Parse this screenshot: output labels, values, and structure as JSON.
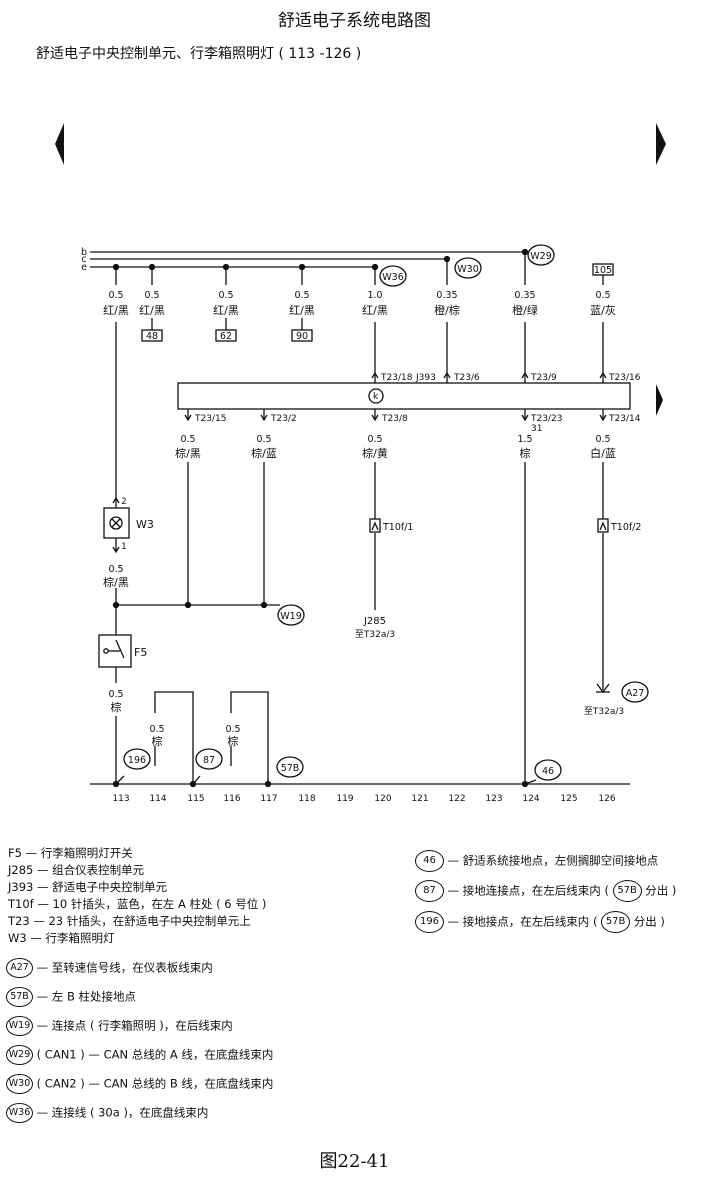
{
  "page": {
    "title": "舒适电子系统电路图",
    "subtitle": "舒适电子中央控制单元、行李箱照明灯 ( 113 -126 )",
    "figure_caption": "图22-41"
  },
  "bus": {
    "lines": [
      "b",
      "c",
      "e"
    ]
  },
  "connectors": {
    "w36": "W36",
    "w30": "W30",
    "w29": "W29",
    "w19": "W19",
    "a27": "A27",
    "g57b": "57B",
    "g196": "196",
    "g87": "87",
    "g46": "46"
  },
  "boxes": {
    "b48": "48",
    "b62": "62",
    "b90": "90",
    "b105": "105"
  },
  "wires_top": [
    {
      "size": "0.5",
      "color": "红/黑"
    },
    {
      "size": "0.5",
      "color": "红/黑"
    },
    {
      "size": "0.5",
      "color": "红/黑"
    },
    {
      "size": "0.5",
      "color": "红/黑"
    },
    {
      "size": "1.0",
      "color": "红/黑"
    },
    {
      "size": "0.35",
      "color": "橙/棕"
    },
    {
      "size": "0.35",
      "color": "橙/绿"
    },
    {
      "size": "0.5",
      "color": "蓝/灰"
    }
  ],
  "pins_top": [
    "T23/18",
    "T23/6",
    "T23/9",
    "T23/16"
  ],
  "unit_label": "J393",
  "unit_symbol": "k",
  "pins_bottom": [
    "T23/15",
    "T23/2",
    "T23/8",
    "T23/23",
    "31",
    "T23/14"
  ],
  "wires_bottom": [
    {
      "size": "0.5",
      "color": "棕/黑"
    },
    {
      "size": "0.5",
      "color": "棕/蓝"
    },
    {
      "size": "0.5",
      "color": "棕/黄"
    },
    {
      "size": "1.5",
      "color": "棕"
    },
    {
      "size": "0.5",
      "color": "白/蓝"
    }
  ],
  "w3": {
    "label": "W3",
    "pin_top": "2",
    "pin_bottom": "1",
    "wire_size": "0.5",
    "wire_color": "棕/黑"
  },
  "f5": {
    "label": "F5",
    "wire_size": "0.5",
    "wire_color": "棕"
  },
  "t10_1": "T10f/1",
  "t10_2": "T10f/2",
  "j285": {
    "label": "J285",
    "to": "至T32a/3"
  },
  "a27_to": "至T32a/3",
  "loops": [
    {
      "size": "0.5",
      "color": "棕"
    },
    {
      "size": "0.5",
      "color": "棕"
    }
  ],
  "numbers": [
    "113",
    "114",
    "115",
    "116",
    "117",
    "118",
    "119",
    "120",
    "121",
    "122",
    "123",
    "124",
    "125",
    "126"
  ],
  "legend_left": [
    {
      "code": "F5",
      "text": "— 行李箱照明灯开关"
    },
    {
      "code": "J285",
      "text": "— 组合仪表控制单元"
    },
    {
      "code": "J393",
      "text": "— 舒适电子中央控制单元"
    },
    {
      "code": "T10f",
      "text": "— 10 针插头，蓝色，在左 A 柱处 ( 6 号位 )"
    },
    {
      "code": "T23",
      "text": "— 23 针插头，在舒适电子中央控制单元上"
    },
    {
      "code": "W3",
      "text": "— 行李箱照明灯"
    }
  ],
  "legend_left_circ": [
    {
      "code": "A27",
      "text": "— 至转速信号线，在仪表板线束内"
    },
    {
      "code": "57B",
      "text": "— 左 B 柱处接地点"
    },
    {
      "code": "W19",
      "text": "— 连接点 ( 行李箱照明 )，在后线束内"
    },
    {
      "code": "W29",
      "text": "( CAN1 ) — CAN 总线的 A 线，在底盘线束内"
    },
    {
      "code": "W30",
      "text": "( CAN2 ) — CAN 总线的 B 线，在底盘线束内"
    },
    {
      "code": "W36",
      "text": "— 连接线 ( 30a )，在底盘线束内"
    }
  ],
  "legend_right": [
    {
      "code": "46",
      "text": "— 舒适系统接地点，左侧搁脚空间接地点",
      "extra": "",
      "tail": ""
    },
    {
      "code": "87",
      "text": "— 接地连接点，在左后线束内 (",
      "extra": "57B",
      "tail": "分出 )"
    },
    {
      "code": "196",
      "text": "— 接地接点，在左后线束内 (",
      "extra": "57B",
      "tail": "分出 )"
    }
  ]
}
